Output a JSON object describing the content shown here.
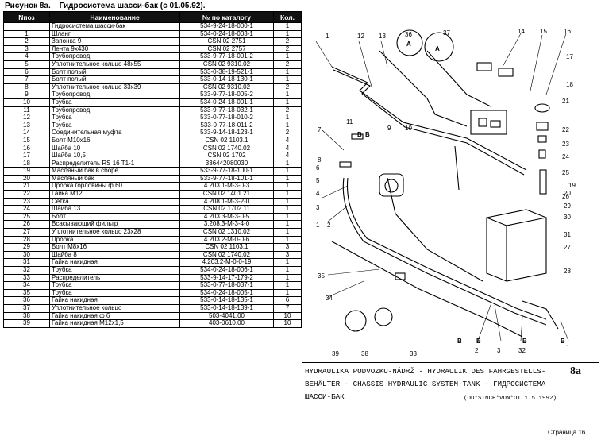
{
  "title": {
    "label": "Рисунок 8а.",
    "text": "Гидросистема шасси-бак (с 01.05.92)."
  },
  "table": {
    "headers": [
      "Nпоз",
      "Наименование",
      "№ по каталогу",
      "Кол."
    ],
    "rows": [
      [
        "",
        "Гидросистема шасси-бак",
        "534-9-24-18-000-1",
        "1"
      ],
      [
        "1",
        "Шланг",
        "534-0-24-18-003-1",
        "1"
      ],
      [
        "2",
        "Запонка 9",
        "CSN  02  2751",
        "2"
      ],
      [
        "3",
        "Лента 9х430",
        "CSN  02  2757",
        "2"
      ],
      [
        "4",
        "Трубопровод",
        "533-9-77-18-001-2",
        "1"
      ],
      [
        "5",
        "Уплотнительное кольцо 48х55",
        "CSN  02  9310.02",
        "2"
      ],
      [
        "6",
        "Болт полый",
        "533-0-38-19-521-1",
        "1"
      ],
      [
        "7",
        "Болт полый",
        "533-0-14-18-130-1",
        "1"
      ],
      [
        "8",
        "Уплотнительное  кольцо 33х39",
        "CSN  02  9310.02",
        "2"
      ],
      [
        "9",
        "Трубопровод",
        "533-9-77-18-005-2",
        "1"
      ],
      [
        "10",
        "Трубка",
        "534-0-24-18-001-1",
        "1"
      ],
      [
        "11",
        "Трубопровод",
        "533-9-77-18-032-1",
        "2"
      ],
      [
        "12",
        "Трубка",
        "533-0-77-18-010-2",
        "1"
      ],
      [
        "13",
        "Трубка",
        "533-0-77-18-011-2",
        "1"
      ],
      [
        "14",
        "Соединительная муфта",
        "533-9-14-18-123-1",
        "2"
      ],
      [
        "15",
        "Болт М10х16",
        "CSN 02 1103.1",
        "4"
      ],
      [
        "16",
        "Шайба 10",
        "CSN 02 1740.02",
        "4"
      ],
      [
        "17",
        "Шайба 10,5",
        "CSN 02 1702",
        "4"
      ],
      [
        "18",
        "Распределитель RS 16 T1-1",
        "336442080030",
        "1"
      ],
      [
        "19",
        "Масляный бак в сборе",
        "533-9-77-18-100-1",
        "1"
      ],
      [
        "20",
        "Масляный бак",
        "533-9-77-18-101-1",
        "1"
      ],
      [
        "21",
        "Пробка горловины ф 60",
        "4.203.1-М-3-0-3",
        "1"
      ],
      [
        "22",
        "Гайка М12",
        "CSN 02 1401.21",
        "1"
      ],
      [
        "23",
        "Сетка",
        "4.208.1-М-3-2-0",
        "1"
      ],
      [
        "24",
        "Шайба 13",
        "CSN 02 1702 11",
        "1"
      ],
      [
        "25",
        "Болт",
        "4.203.3-М-3-0-5",
        "1"
      ],
      [
        "26",
        "Всасывающий фильтр",
        "3.208.3-М-3-4-0",
        "1"
      ],
      [
        "27",
        "Уплотнительное кольцо 23х28",
        "CSN  02  1310.02",
        "1"
      ],
      [
        "28",
        "Пробка",
        "4.203.2-М-0-0-6",
        "1"
      ],
      [
        "29",
        "Болт М8х16",
        "CSN 02 1103.1",
        "3"
      ],
      [
        "30",
        "Шайба 8",
        "CSN 02 1740.02",
        "3"
      ],
      [
        "31",
        "Гайка накидная",
        "4.203.2-М-0-0-19",
        "1"
      ],
      [
        "32",
        "Трубка",
        "534-0-24-18-006-1",
        "1"
      ],
      [
        "33",
        "Распределитель",
        "533-9-14-17-179-2",
        "1"
      ],
      [
        "34",
        "Трубка",
        "533-0-77-18-037-1",
        "1"
      ],
      [
        "35",
        "Трубка",
        "534-0-24-18-005-1",
        "1"
      ],
      [
        "36",
        "Гайка накидная",
        "533-0-14-18-135-1",
        "6"
      ],
      [
        "37",
        "Уплотнительное кольцо",
        "533-0-14-18-139-1",
        "7"
      ],
      [
        "38",
        "Гайка накидная ф 6",
        "503-4041.00",
        "10"
      ],
      [
        "39",
        "Гайка накидная М12х1,5",
        "403-0610.00",
        "10"
      ]
    ]
  },
  "diagram": {
    "labels": [
      "1",
      "12",
      "13",
      "36",
      "37",
      "14",
      "15",
      "16",
      "17",
      "18",
      "21",
      "22",
      "23",
      "24",
      "25",
      "26",
      "19",
      "20",
      "29",
      "30",
      "31",
      "27",
      "28",
      "11",
      "7",
      "8",
      "9",
      "10",
      "6",
      "5",
      "4",
      "3",
      "2",
      "1",
      "35",
      "34",
      "39",
      "38",
      "33",
      "2",
      "3",
      "32",
      "1"
    ],
    "callouts_A": [
      "A",
      "A"
    ],
    "callouts_B": [
      "B",
      "B",
      "B",
      "B",
      "B",
      "B"
    ]
  },
  "caption": {
    "line1": "HYDRAULIKA PODVOZKU-NÁDRŽ - HYDRAULIK DES FAHRGESTELLS-",
    "line2": "BEHÄLTER - CHASSIS HYDRAULIC SYSTEM-TANK - ГИДРОСИСТЕМА",
    "line3": "ШАССИ-БАК",
    "date": "(OD*SINCE*VON*OT 1.5.1992)",
    "figure": "8a"
  },
  "footer": {
    "page": "Страница 16"
  }
}
